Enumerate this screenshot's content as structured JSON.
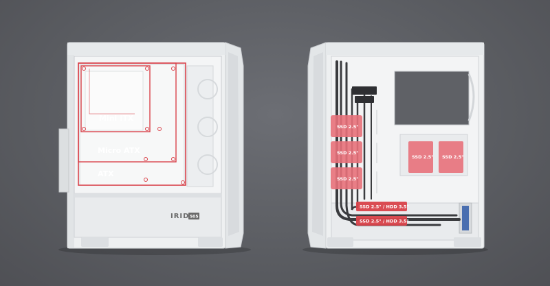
{
  "colors": {
    "background": "#5e6065",
    "case_body": "#eceeef",
    "case_shade": "#d9dcde",
    "case_dark": "#c7cacd",
    "highlight_red": "#d9434b",
    "ssd_fill": "#e8717a",
    "cable": "#3a3b3e"
  },
  "left_case": {
    "brand": "IRID",
    "brand_badge": "505",
    "form_factors": [
      {
        "label": "Mini ITX"
      },
      {
        "label": "Micro ATX"
      },
      {
        "label": "ATX"
      }
    ]
  },
  "right_case": {
    "ssd_slots": [
      {
        "label": "SSD 2.5\""
      },
      {
        "label": "SSD 2.5\""
      },
      {
        "label": "SSD 2.5\""
      },
      {
        "label": "SSD 2.5\""
      },
      {
        "label": "SSD 2.5\""
      }
    ],
    "drive_bays": [
      {
        "label": "SSD 2.5\" / HDD 3.5\""
      },
      {
        "label": "SSD 2.5\" / HDD 3.5\""
      }
    ]
  }
}
